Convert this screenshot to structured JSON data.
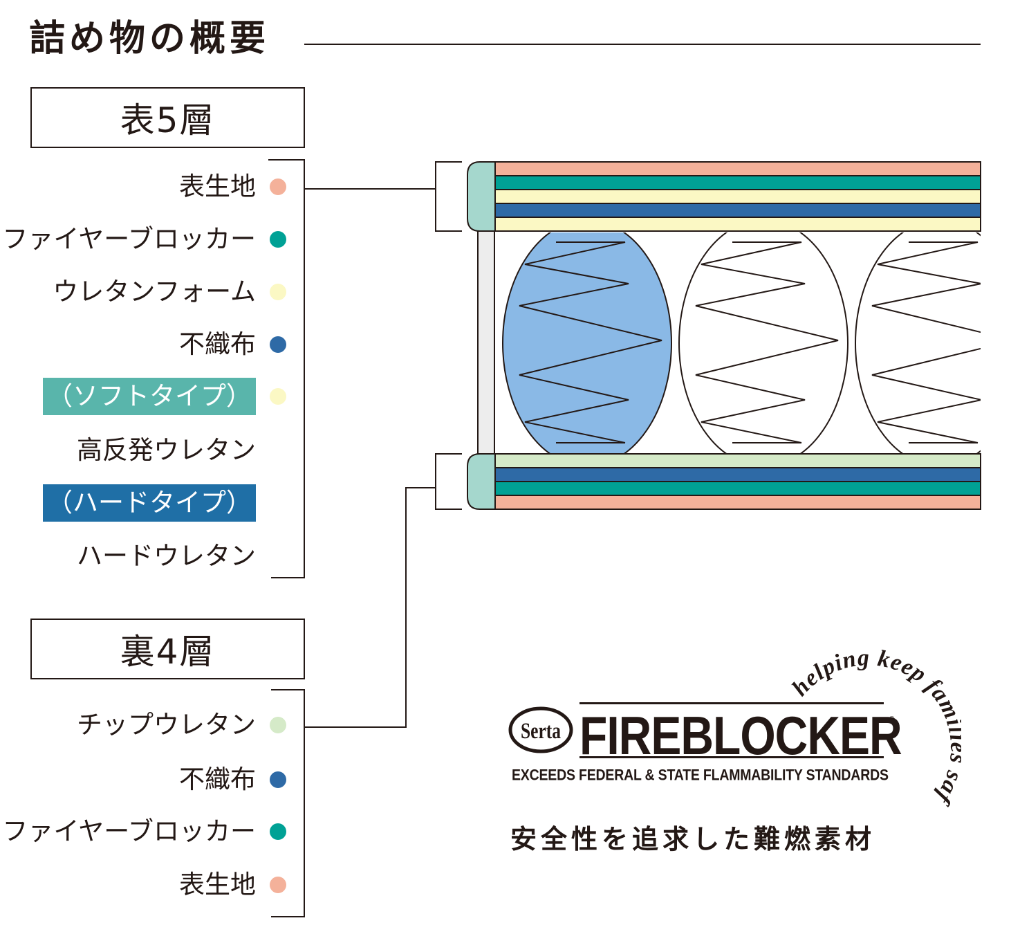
{
  "title": "詰め物の概要",
  "top": {
    "heading": "表5層",
    "items": [
      {
        "label": "表生地",
        "color": "#f4b19a",
        "highlight": null
      },
      {
        "label": "ファイヤーブロッカー",
        "color": "#00a195",
        "highlight": null
      },
      {
        "label": "ウレタンフォーム",
        "color": "#fbf8c4",
        "highlight": null
      },
      {
        "label": "不織布",
        "color": "#2e6aa6",
        "highlight": null
      },
      {
        "label": "（ソフトタイプ）",
        "color": "#fbf8c4",
        "highlight": "#59b5ab"
      },
      {
        "label": "高反発ウレタン",
        "color": null,
        "highlight": null
      },
      {
        "label": "（ハードタイプ）",
        "color": null,
        "highlight": "#1f6fa6"
      },
      {
        "label": "ハードウレタン",
        "color": null,
        "highlight": null
      }
    ]
  },
  "bottom": {
    "heading": "裏4層",
    "items": [
      {
        "label": "チップウレタン",
        "color": "#d5eac8"
      },
      {
        "label": "不織布",
        "color": "#2e6aa6"
      },
      {
        "label": "ファイヤーブロッカー",
        "color": "#00a195"
      },
      {
        "label": "表生地",
        "color": "#f4b19a"
      }
    ]
  },
  "diagram": {
    "edge_color": "#a5d7cd",
    "side_color": "#ededed",
    "top_layers": [
      "#f4b19a",
      "#00a195",
      "#fbf8c4",
      "#2e6aa6",
      "#fbf8c4"
    ],
    "bottom_layers": [
      "#d5eac8",
      "#2e6aa6",
      "#00a195",
      "#f4b19a"
    ],
    "coil_colors": [
      "#8ab9e6",
      "#ffffff",
      "#ffffff"
    ]
  },
  "logo": {
    "brand": "Serta",
    "wordmark": "FIREBLOCKER",
    "registered": "®",
    "standard": "EXCEEDS FEDERAL & STATE FLAMMABILITY STANDARDS",
    "arc_text": "helping keep families safe",
    "tagline": "安全性を追求した難燃素材"
  }
}
